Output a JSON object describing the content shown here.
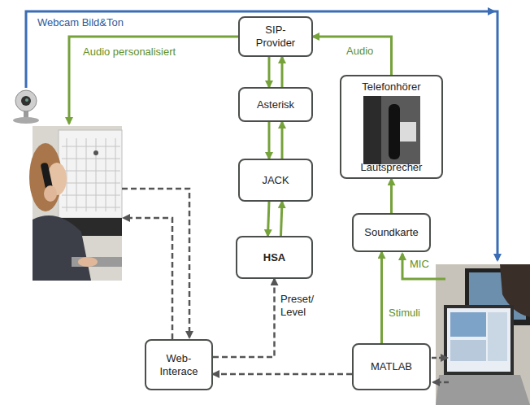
{
  "diagram": {
    "nodes": [
      {
        "text": [
          "SIP-Provider"
        ]
      },
      {
        "text": [
          "Asterisk"
        ]
      },
      {
        "text": [
          "JACK"
        ]
      },
      {
        "text": [
          "HSA"
        ]
      },
      {
        "text": [
          "Telefonhörer",
          "Lautsprecher"
        ]
      },
      {
        "text": [
          "Soundkarte"
        ]
      },
      {
        "text": [
          "Web-Interace"
        ]
      },
      {
        "text": [
          "MATLAB"
        ]
      }
    ],
    "edges": [
      {
        "from": 0,
        "to": 1,
        "arrow": "to"
      },
      {
        "from": 1,
        "to": 0,
        "arrow": "to"
      },
      {
        "from": 1,
        "to": 2,
        "arrow": "to"
      },
      {
        "from": 2,
        "to": 1,
        "arrow": "to"
      },
      {
        "from": 2,
        "to": 3,
        "arrow": "to"
      },
      {
        "from": 3,
        "to": 2,
        "arrow": "to"
      },
      {
        "from": 4,
        "to": 0,
        "label": "Audio",
        "arrow": "to"
      },
      {
        "from": 5,
        "to": 4,
        "arrow": "to"
      },
      {
        "from": 7,
        "to": 5,
        "label": "Stimuli",
        "arrow": "to"
      },
      {
        "from": 6,
        "to": 3,
        "label": "Preset/ Level",
        "arrow": "to"
      },
      {
        "from": 7,
        "to": 6,
        "arrow": "to"
      }
    ],
    "labels": [
      "Webcam Bild&Ton",
      "Audio personalisiert",
      "MIC"
    ]
  }
}
